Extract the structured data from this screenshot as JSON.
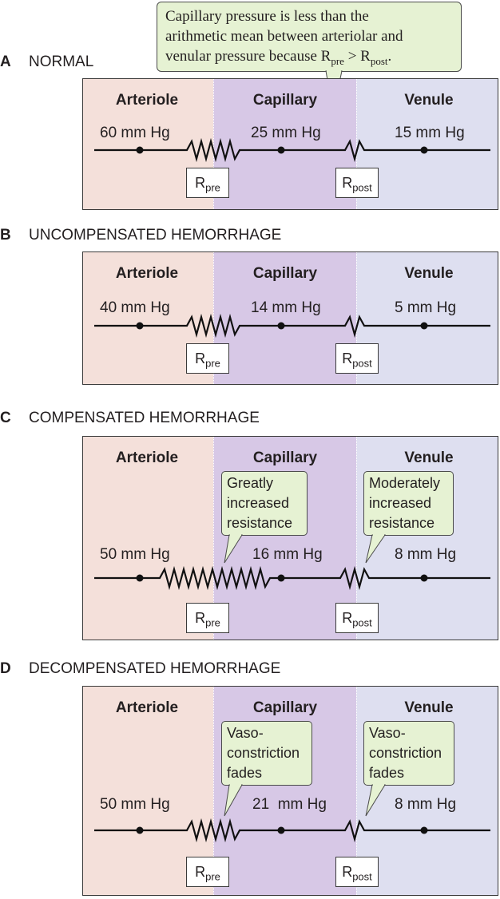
{
  "note": {
    "line1": "Capillary pressure is less than the",
    "line2": "arithmetic mean between arteriolar and",
    "line3_pre": "venular pressure because R",
    "sub_pre": "pre",
    "gt": " > R",
    "sub_post": "post",
    "period": "."
  },
  "labels": {
    "arteriole": "Arteriole",
    "capillary": "Capillary",
    "venule": "Venule",
    "r": "R",
    "pre": "pre",
    "post": "post"
  },
  "panels": [
    {
      "letter": "A",
      "title": "NORMAL",
      "arteriole_pressure": "60 mm Hg",
      "capillary_pressure": "25 mm Hg",
      "venule_pressure": "15 mm Hg",
      "callout_pre": [],
      "callout_post": []
    },
    {
      "letter": "B",
      "title": "UNCOMPENSATED HEMORRHAGE",
      "arteriole_pressure": "40 mm Hg",
      "capillary_pressure": "14 mm Hg",
      "venule_pressure": "5 mm Hg",
      "callout_pre": [],
      "callout_post": []
    },
    {
      "letter": "C",
      "title": "COMPENSATED HEMORRHAGE",
      "arteriole_pressure": "50 mm Hg",
      "capillary_pressure": "16 mm Hg",
      "venule_pressure": "8 mm Hg",
      "callout_pre": [
        "Greatly",
        "increased",
        "resistance"
      ],
      "callout_post": [
        "Moderately",
        "increased",
        "resistance"
      ]
    },
    {
      "letter": "D",
      "title": "DECOMPENSATED HEMORRHAGE",
      "arteriole_pressure": "50 mm Hg",
      "capillary_pressure": "21  mm Hg",
      "venule_pressure": "8 mm Hg",
      "callout_pre": [
        "Vaso-",
        "constriction",
        "fades"
      ],
      "callout_post": [
        "Vaso-",
        "constriction",
        "fades"
      ]
    }
  ],
  "colors": {
    "arteriole": "#f4e0da",
    "capillary": "#d7c8e6",
    "venule": "#dedff0",
    "callout": "#e6f2d3"
  }
}
